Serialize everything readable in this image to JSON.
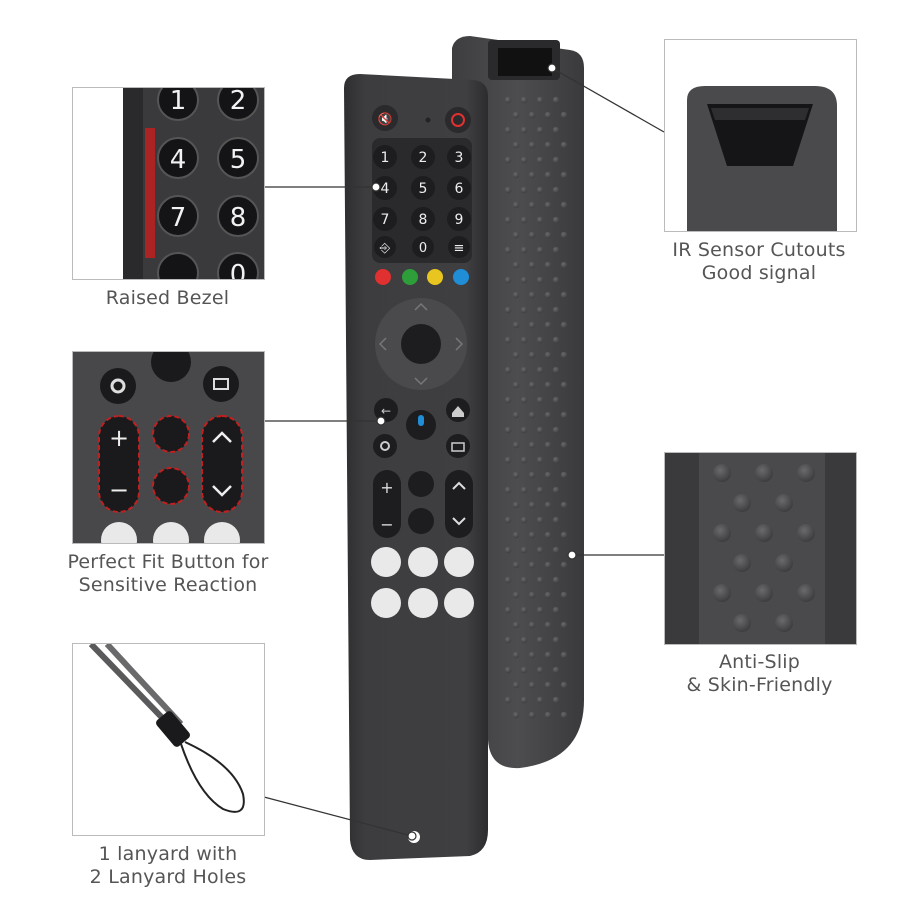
{
  "labels": {
    "raised_bezel": "Raised Bezel",
    "perfect_fit_line1": "Perfect Fit Button for",
    "perfect_fit_line2": "Sensitive Reaction",
    "lanyard_line1": "1 lanyard with",
    "lanyard_line2": "2 Lanyard Holes",
    "ir_line1": "IR Sensor Cutouts",
    "ir_line2": "Good signal",
    "antislip_line1": "Anti-Slip",
    "antislip_line2": "& Skin-Friendly"
  },
  "remote_keys": {
    "row1": [
      "1",
      "2",
      "3"
    ],
    "row2": [
      "4",
      "5",
      "6"
    ],
    "row3": [
      "7",
      "8",
      "9"
    ],
    "zero": "0",
    "vol_plus": "+",
    "vol_minus": "−"
  },
  "inset_keys": {
    "a": "1",
    "b": "2",
    "c": "4",
    "d": "5",
    "e": "7",
    "f": "8",
    "g": "0"
  },
  "colors": {
    "case": "#3d3d3f",
    "case_back": "#48484a",
    "key": "#1d1d1f",
    "red": "#e03030",
    "green": "#2e9e3a",
    "yellow": "#e8c61f",
    "blue": "#1f8ed6",
    "white_key": "#e9e9e9"
  }
}
